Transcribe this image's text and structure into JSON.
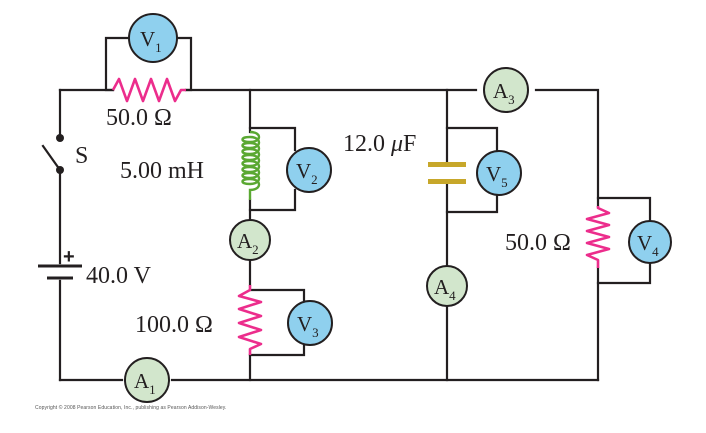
{
  "labels": {
    "r1": "50.0 Ω",
    "inductor": "5.00 mH",
    "capacitor_value": "12.0 ",
    "capacitor_mu": "μ",
    "capacitor_unit": "F",
    "r3": "100.0 Ω",
    "r4": "50.0 Ω",
    "switch": "S",
    "battery": "40.0 V",
    "battery_plus": "+"
  },
  "meters": {
    "v1": {
      "letter": "V",
      "sub": "1"
    },
    "v2": {
      "letter": "V",
      "sub": "2"
    },
    "v3": {
      "letter": "V",
      "sub": "3"
    },
    "v4": {
      "letter": "V",
      "sub": "4"
    },
    "v5": {
      "letter": "V",
      "sub": "5"
    },
    "a1": {
      "letter": "A",
      "sub": "1"
    },
    "a2": {
      "letter": "A",
      "sub": "2"
    },
    "a3": {
      "letter": "A",
      "sub": "3"
    },
    "a4": {
      "letter": "A",
      "sub": "4"
    }
  },
  "copyright": "Copyright © 2008 Pearson Education, Inc., publishing as Pearson Addison-Wesley.",
  "colors": {
    "wire": "#231f20",
    "resistor": "#ec2d8c",
    "inductor": "#5aa832",
    "capacitor": "#c7a72a",
    "voltmeter": "#8fd0ee",
    "ammeter": "#d2e6cc"
  }
}
